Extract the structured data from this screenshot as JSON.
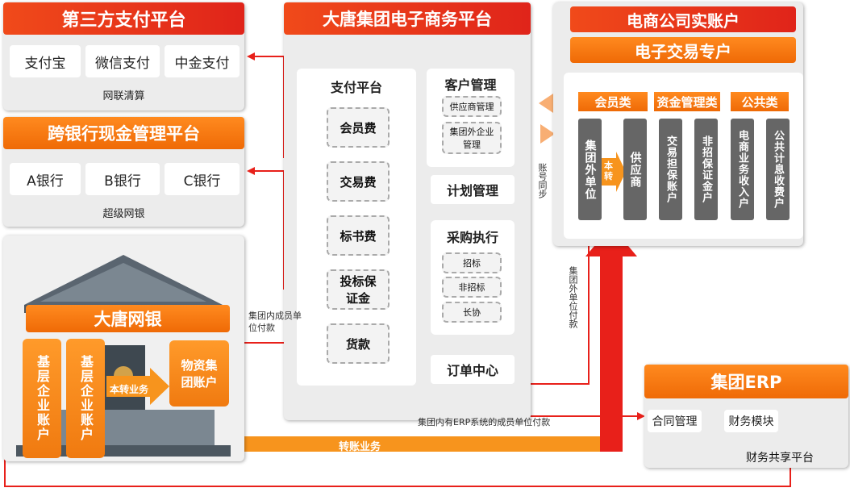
{
  "third_party": {
    "title": "第三方支付平台",
    "items": [
      "支付宝",
      "微信支付",
      "中金支付"
    ],
    "caption": "网联清算"
  },
  "cross_bank": {
    "title": "跨银行现金管理平台",
    "items": [
      "A银行",
      "B银行",
      "C银行"
    ],
    "caption": "超级网银"
  },
  "netbank": {
    "title": "大唐网银",
    "col1": "基层企业账户",
    "col2": "基层企业账户",
    "col3": "物资集团账户",
    "transfer_label": "本转业务"
  },
  "ecommerce": {
    "title": "大唐集团电子商务平台",
    "payment_title": "支付平台",
    "fees": [
      "会员费",
      "交易费",
      "标书费",
      "投标保证金",
      "货款"
    ],
    "customer_title": "客户管理",
    "customer_items": [
      "供应商管理",
      "集团外企业管理"
    ],
    "plan": "计划管理",
    "procure_title": "采购执行",
    "procure_items": [
      "招标",
      "非招标",
      "长协"
    ],
    "order": "订单中心"
  },
  "real_account": {
    "title": "电商公司实账户",
    "subtitle": "电子交易专户",
    "categories": [
      "会员类",
      "资金管理类",
      "公共类"
    ],
    "cols": [
      "集团外单位",
      "供应商",
      "交易担保账户",
      "非招保证金户",
      "电商业务收入户",
      "公共计息收费户"
    ],
    "transfer_label": "本转"
  },
  "erp": {
    "title": "集团ERP",
    "contract": "合同管理",
    "finance": "财务模块",
    "shared": "财务共享平台"
  },
  "labels": {
    "sync": "账号同步",
    "outside_pay": "集团外单位付款",
    "inside_pay": "集团内成员单位付款",
    "erp_pay": "集团内有ERP系统的成员单位付款",
    "transfer": "转账业务"
  }
}
